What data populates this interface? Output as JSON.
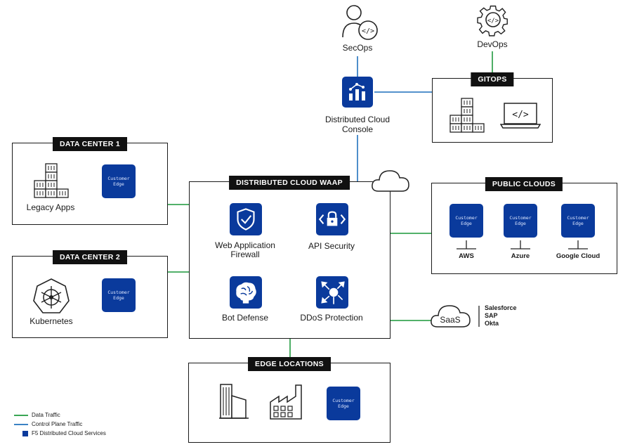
{
  "nodes": {
    "secops": "SecOps",
    "devops": "DevOps",
    "console": [
      "Distributed Cloud",
      "Console"
    ],
    "saas": "SaaS"
  },
  "boxes": {
    "gitops": "GITOPS",
    "dc1": "DATA CENTER 1",
    "dc2": "DATA CENTER 2",
    "waap": "DISTRIBUTED CLOUD WAAP",
    "public_clouds": "PUBLIC CLOUDS",
    "edge": "EDGE LOCATIONS"
  },
  "labels": {
    "legacy_apps": "Legacy Apps",
    "kubernetes": "Kubernetes",
    "waf": [
      "Web Application",
      "Firewall"
    ],
    "api_security": "API Security",
    "bot_defense": "Bot Defense",
    "ddos": "DDoS Protection",
    "aws": "AWS",
    "azure": "Azure",
    "google_cloud": "Google Cloud"
  },
  "customer_edge": [
    "Customer",
    "Edge"
  ],
  "saas_apps": [
    "Salesforce",
    "SAP",
    "Okta"
  ],
  "legend": {
    "data_traffic": "Data Traffic",
    "control_plane": "Control Plane Traffic",
    "f5_services": "F5 Distributed Cloud Services"
  },
  "colors": {
    "data_traffic": "#3aa655",
    "control_plane": "#3b82c4",
    "f5_blue": "#0a3a9c"
  },
  "icons": {
    "secops": "person-code-icon",
    "devops": "gear-code-icon",
    "console": "dashboard-chart-icon",
    "legacy": "server-stack-icon",
    "kubernetes": "kubernetes-helm-icon",
    "waf": "shield-check-icon",
    "api": "lock-brackets-icon",
    "bot": "bot-brain-icon",
    "ddos": "ddos-burst-icon",
    "cloud": "cloud-icon",
    "building": "building-icon",
    "factory": "factory-icon",
    "laptop": "laptop-code-icon"
  }
}
